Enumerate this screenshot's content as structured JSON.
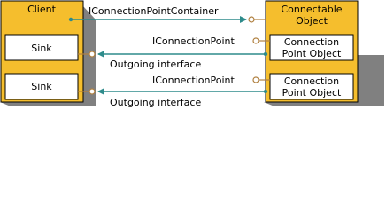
{
  "colors": {
    "panel_fill": "#F5BE2D",
    "inner_box_fill": "#FFFFFF",
    "border": "#000000",
    "shadow": "#808080",
    "arrow": "#2E8B8B",
    "lollipop_stem": "#B08040",
    "lollipop_ring": "#B08040"
  },
  "client": {
    "title": "Client",
    "sinks": [
      {
        "label": "Sink"
      },
      {
        "label": "Sink"
      }
    ]
  },
  "connectable_object": {
    "title_line1": "Connectable",
    "title_line2": "Object",
    "connection_points": [
      {
        "line1": "Connection",
        "line2": "Point Object"
      },
      {
        "line1": "Connection",
        "line2": "Point Object"
      }
    ]
  },
  "connectors": {
    "container_interface": "IConnectionPointContainer",
    "connection_point_1": "IConnectionPoint",
    "outgoing_1": "Outgoing interface",
    "connection_point_2": "IConnectionPoint",
    "outgoing_2": "Outgoing interface"
  }
}
